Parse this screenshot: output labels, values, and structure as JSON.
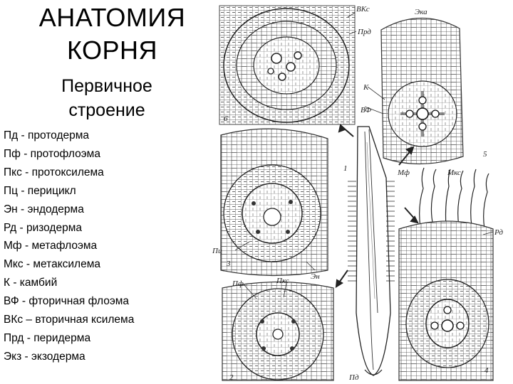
{
  "title": [
    "АНАТОМИЯ",
    "КОРНЯ"
  ],
  "subtitle": [
    "Первичное",
    "строение"
  ],
  "legend": [
    "Пд - протодерма",
    "Пф - протофлоэма",
    "Пкс - протоксилема",
    "Пц - перицикл",
    "Эн - эндодерма",
    "Рд - ризодерма",
    "Мф - метафлоэма",
    "Мкс - метаксилема",
    "К - камбий",
    "ВФ - фторичная флоэма",
    "ВКс – вторичная ксилема",
    "Прд - перидерма",
    "Экз - экзодерма"
  ],
  "figure": {
    "labels": {
      "vks": "ВКс",
      "prd": "Прд",
      "eka": "Эка",
      "k": "К",
      "vf": "ВФ",
      "mf": "Мф",
      "mks": "Мкс",
      "pts": "Пц",
      "pf": "Пф",
      "pks": "Пкс",
      "en": "Эн",
      "rd": "Рд",
      "pd": "Пд",
      "n1": "1",
      "n2": "2",
      "n3": "3",
      "n4": "4",
      "n5": "5",
      "n6": "6"
    }
  }
}
